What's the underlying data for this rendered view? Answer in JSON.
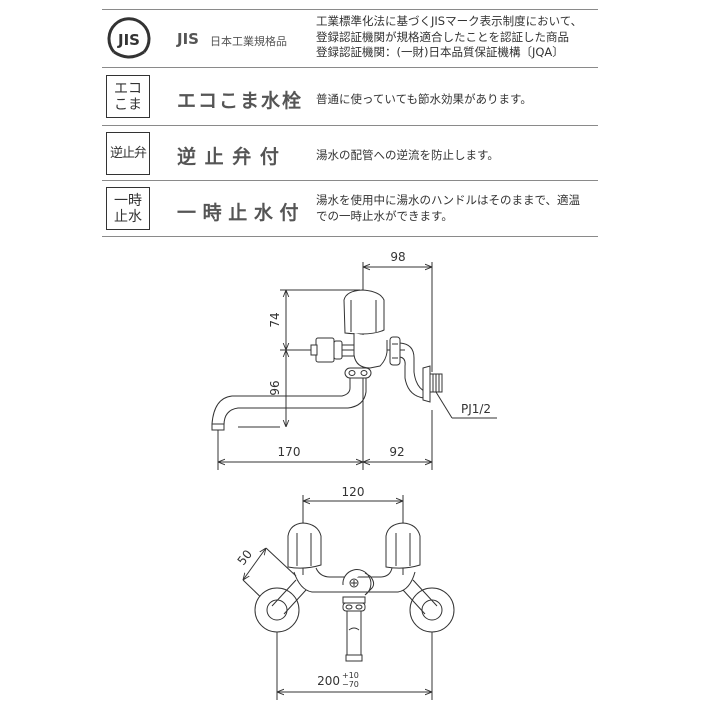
{
  "features": [
    {
      "id": "jis",
      "icon": "jis-mark-icon",
      "icon_label": "JIS",
      "title": "JIS",
      "subtitle": "日本工業規格品",
      "description_lines": [
        "工業標準化法に基づくJISマーク表示制度において、",
        "登録認証機関が規格適合したことを認証した商品",
        "登録認証機関：(一財)日本品質保証機構〔JQA〕"
      ]
    },
    {
      "id": "eco-koma",
      "icon": "eco-koma-icon",
      "icon_lines": [
        "エコ",
        "こま"
      ],
      "title": "エコこま水栓",
      "description_lines": [
        "普通に使っていても節水効果があります。"
      ]
    },
    {
      "id": "check-valve",
      "icon": "check-valve-icon",
      "icon_lines": [
        "逆止弁"
      ],
      "title": "逆 止 弁 付",
      "description_lines": [
        "湯水の配管への逆流を防止します。"
      ]
    },
    {
      "id": "temp-stop",
      "icon": "temporary-stop-icon",
      "icon_lines": [
        "一時",
        "止水"
      ],
      "title": "一 時 止 水 付",
      "description_lines": [
        "湯水を使用中に湯水のハンドルはそのままで、適温",
        "での一時止水ができます。"
      ]
    }
  ],
  "drawing": {
    "side_view": {
      "dim_top": "98",
      "dim_handle_height": "74",
      "dim_spout_height": "96",
      "dim_spout_reach": "170",
      "dim_wall_offset": "92",
      "pipe_label": "PJ1/2"
    },
    "front_view": {
      "dim_handle_spacing": "120",
      "dim_angle_length": "50",
      "dim_wall_spacing": "200",
      "dim_tol_plus": "+10",
      "dim_tol_minus": "−70"
    }
  },
  "colors": {
    "line": "#333333",
    "divider": "#8a8a8a",
    "text": "#333333",
    "title": "#555555"
  }
}
